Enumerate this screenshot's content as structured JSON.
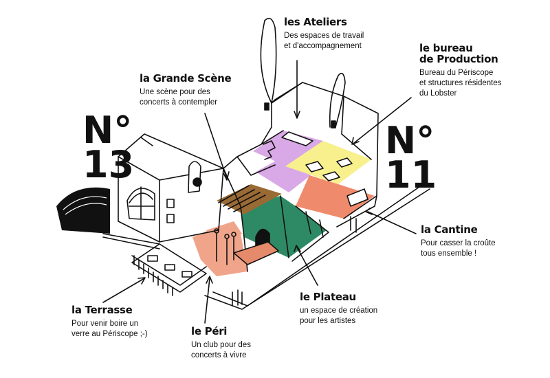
{
  "building_numbers": {
    "left": "N°\n13",
    "right": "N°\n11"
  },
  "labels": {
    "ateliers": {
      "title": "les Ateliers",
      "desc": "Des espaces de travail\net d'accompagnement"
    },
    "bureau": {
      "title": "le bureau\nde Production",
      "desc": "Bureau du Périscope\net structures résidentes\ndu Lobster"
    },
    "scene": {
      "title": "la Grande Scène",
      "desc": "Une scène pour des\nconcerts à contempler"
    },
    "cantine": {
      "title": "la Cantine",
      "desc": "Pour casser la croûte\ntous ensemble !"
    },
    "plateau": {
      "title": "le Plateau",
      "desc": "un espace de création\npour les artistes"
    },
    "terrasse": {
      "title": "la Terrasse",
      "desc": "Pour venir boire un\nverre au Périscope ;-)"
    },
    "peri": {
      "title": "le Péri",
      "desc": "Un club pour des\nconcerts à vivre"
    }
  },
  "zone_colors": {
    "ateliers": "#d9a8e6",
    "bureau": "#f7f08c",
    "cantine": "#f08a6c",
    "plateau": "#2e8a64",
    "scene": "#9a6a34",
    "peri": "#f0a48a",
    "terrasse": "#111111"
  }
}
